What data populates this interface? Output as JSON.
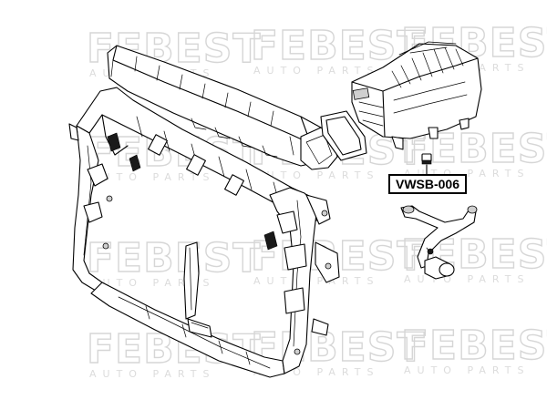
{
  "watermark": {
    "brand": "FEBEST",
    "tagline": "AUTO PARTS"
  },
  "part": {
    "number": "VWSB-006"
  },
  "colors": {
    "ink": "#000000",
    "watermark": "#d6d6d6",
    "background": "#ffffff"
  }
}
